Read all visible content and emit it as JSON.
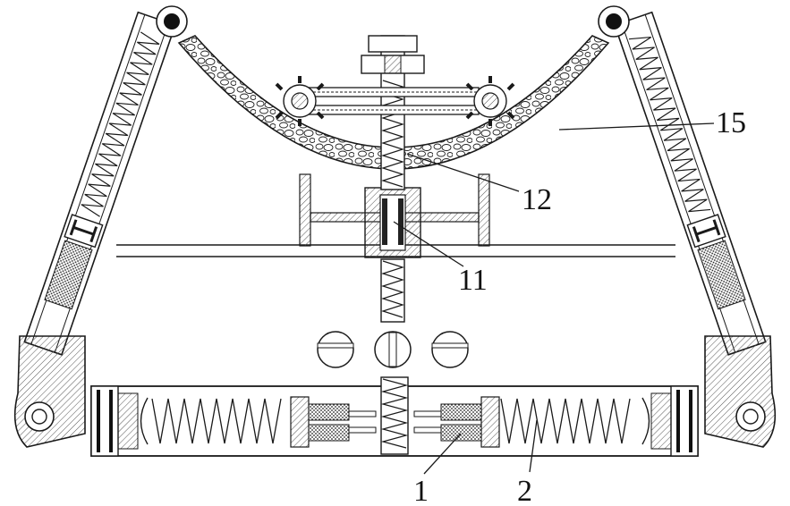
{
  "diagram": {
    "callouts": [
      {
        "id": "1",
        "text": "1"
      },
      {
        "id": "2",
        "text": "2"
      },
      {
        "id": "11",
        "text": "11"
      },
      {
        "id": "12",
        "text": "12"
      },
      {
        "id": "15",
        "text": "15"
      }
    ],
    "colors": {
      "line": "#1a1a1a",
      "background": "#ffffff",
      "hatch": "#555555"
    }
  }
}
